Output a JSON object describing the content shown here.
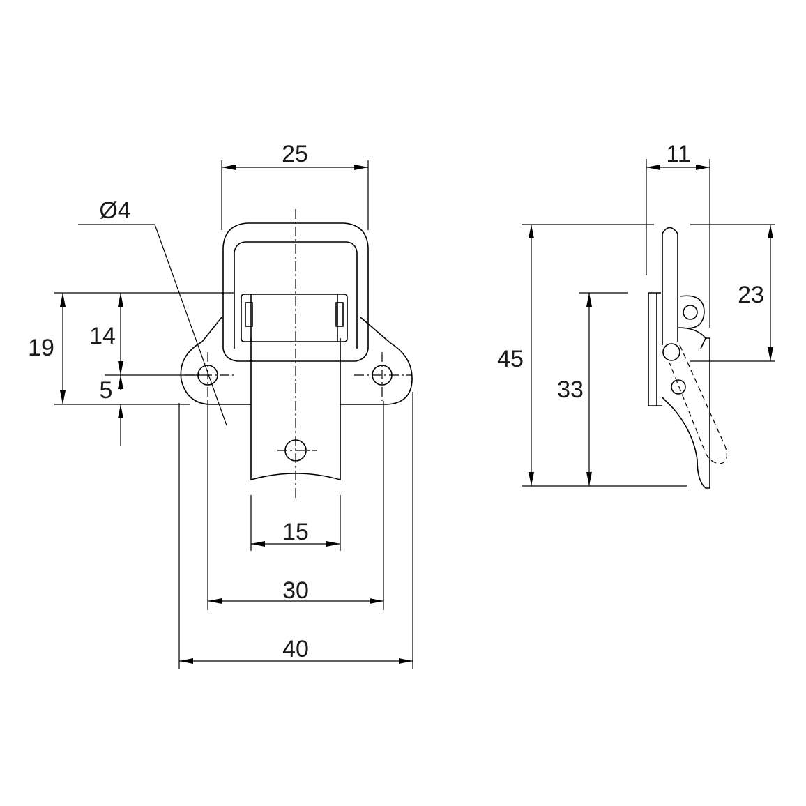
{
  "dimensions": {
    "front_top_width": "25",
    "hole_diameter": "Ø4",
    "height_19": "19",
    "height_14": "14",
    "height_5": "5",
    "tongue_width": "15",
    "hole_spacing": "30",
    "overall_width": "40",
    "side_thickness": "11",
    "overall_height": "45",
    "height_33": "33",
    "height_23": "23"
  }
}
